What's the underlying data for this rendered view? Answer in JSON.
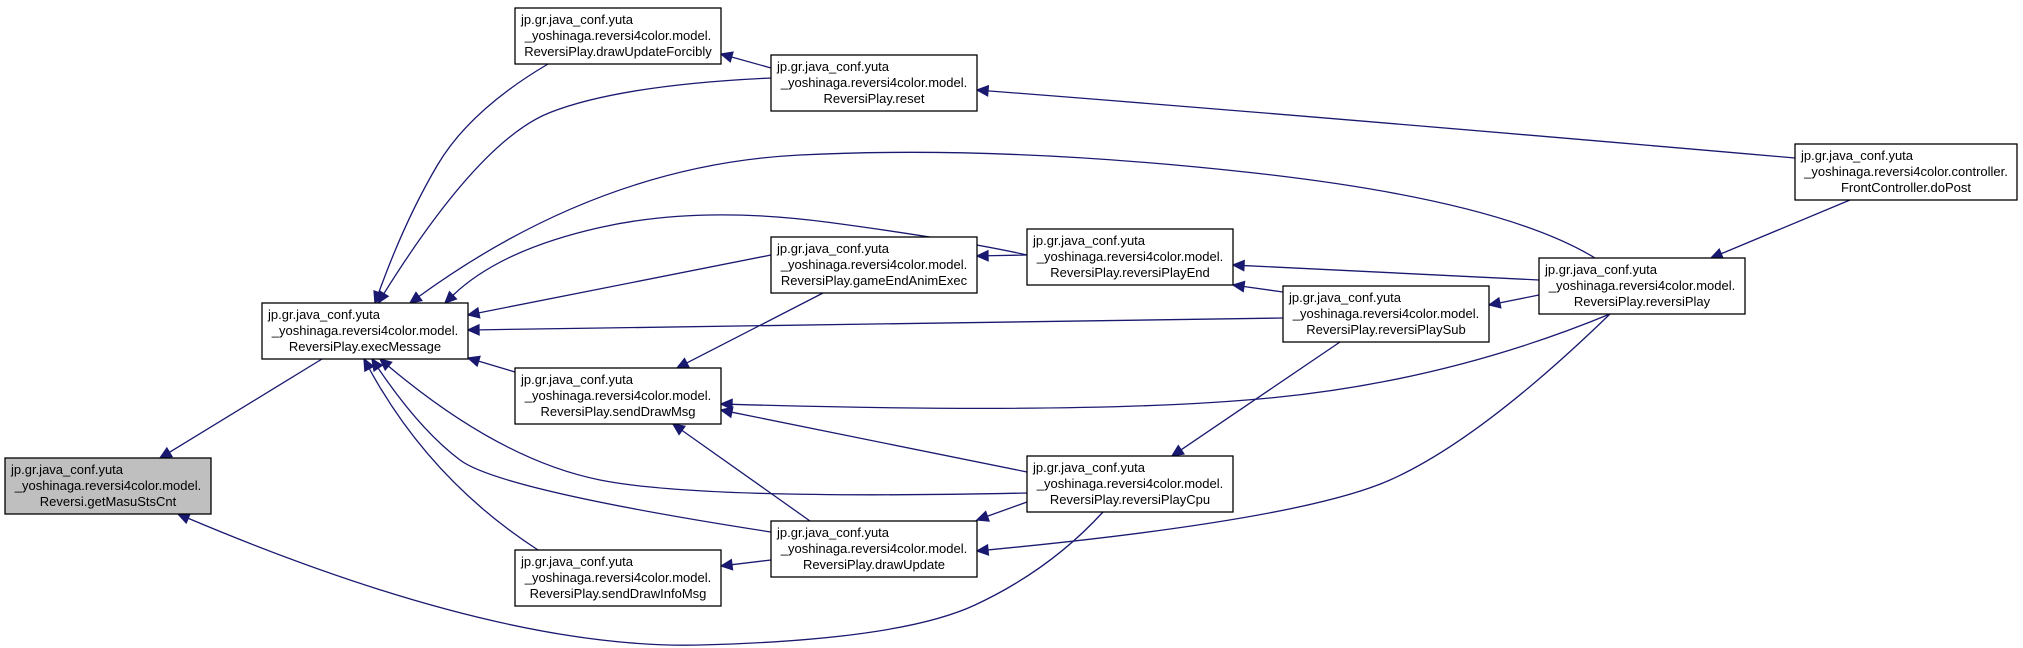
{
  "graph": {
    "edge_color": "#191970",
    "root_fill": "#bfbfbf",
    "nodes": [
      {
        "id": "getMasuStsCnt",
        "lines": [
          "jp.gr.java_conf.yuta",
          "_yoshinaga.reversi4color.model.",
          "Reversi.getMasuStsCnt"
        ],
        "root": true
      },
      {
        "id": "execMessage",
        "lines": [
          "jp.gr.java_conf.yuta",
          "_yoshinaga.reversi4color.model.",
          "ReversiPlay.execMessage"
        ]
      },
      {
        "id": "drawUpdateForcibly",
        "lines": [
          "jp.gr.java_conf.yuta",
          "_yoshinaga.reversi4color.model.",
          "ReversiPlay.drawUpdateForcibly"
        ]
      },
      {
        "id": "sendDrawMsg",
        "lines": [
          "jp.gr.java_conf.yuta",
          "_yoshinaga.reversi4color.model.",
          "ReversiPlay.sendDrawMsg"
        ]
      },
      {
        "id": "sendDrawInfoMsg",
        "lines": [
          "jp.gr.java_conf.yuta",
          "_yoshinaga.reversi4color.model.",
          "ReversiPlay.sendDrawInfoMsg"
        ]
      },
      {
        "id": "reset",
        "lines": [
          "jp.gr.java_conf.yuta",
          "_yoshinaga.reversi4color.model.",
          "ReversiPlay.reset"
        ]
      },
      {
        "id": "gameEndAnimExec",
        "lines": [
          "jp.gr.java_conf.yuta",
          "_yoshinaga.reversi4color.model.",
          "ReversiPlay.gameEndAnimExec"
        ]
      },
      {
        "id": "drawUpdate",
        "lines": [
          "jp.gr.java_conf.yuta",
          "_yoshinaga.reversi4color.model.",
          "ReversiPlay.drawUpdate"
        ]
      },
      {
        "id": "reversiPlayEnd",
        "lines": [
          "jp.gr.java_conf.yuta",
          "_yoshinaga.reversi4color.model.",
          "ReversiPlay.reversiPlayEnd"
        ]
      },
      {
        "id": "reversiPlayCpu",
        "lines": [
          "jp.gr.java_conf.yuta",
          "_yoshinaga.reversi4color.model.",
          "ReversiPlay.reversiPlayCpu"
        ]
      },
      {
        "id": "reversiPlaySub",
        "lines": [
          "jp.gr.java_conf.yuta",
          "_yoshinaga.reversi4color.model.",
          "ReversiPlay.reversiPlaySub"
        ]
      },
      {
        "id": "reversiPlay",
        "lines": [
          "jp.gr.java_conf.yuta",
          "_yoshinaga.reversi4color.model.",
          "ReversiPlay.reversiPlay"
        ]
      },
      {
        "id": "doPost",
        "lines": [
          "jp.gr.java_conf.yuta",
          "_yoshinaga.reversi4color.controller.",
          "FrontController.doPost"
        ]
      }
    ],
    "edges": [
      {
        "from": "execMessage",
        "to": "getMasuStsCnt"
      },
      {
        "from": "reversiPlayCpu",
        "to": "getMasuStsCnt"
      },
      {
        "from": "drawUpdateForcibly",
        "to": "execMessage"
      },
      {
        "from": "reset",
        "to": "execMessage"
      },
      {
        "from": "gameEndAnimExec",
        "to": "execMessage"
      },
      {
        "from": "reversiPlayEnd",
        "to": "execMessage"
      },
      {
        "from": "reversiPlay",
        "to": "execMessage"
      },
      {
        "from": "reversiPlaySub",
        "to": "execMessage"
      },
      {
        "from": "sendDrawMsg",
        "to": "execMessage"
      },
      {
        "from": "reversiPlayCpu",
        "to": "execMessage"
      },
      {
        "from": "drawUpdate",
        "to": "execMessage"
      },
      {
        "from": "sendDrawInfoMsg",
        "to": "execMessage"
      },
      {
        "from": "reset",
        "to": "drawUpdateForcibly"
      },
      {
        "from": "doPost",
        "to": "reset"
      },
      {
        "from": "reversiPlayEnd",
        "to": "gameEndAnimExec"
      },
      {
        "from": "reversiPlay",
        "to": "reversiPlayEnd"
      },
      {
        "from": "reversiPlaySub",
        "to": "reversiPlayEnd"
      },
      {
        "from": "reversiPlay",
        "to": "reversiPlaySub"
      },
      {
        "from": "doPost",
        "to": "reversiPlay"
      },
      {
        "from": "gameEndAnimExec",
        "to": "sendDrawMsg"
      },
      {
        "from": "reversiPlay",
        "to": "sendDrawMsg"
      },
      {
        "from": "reversiPlayCpu",
        "to": "sendDrawMsg"
      },
      {
        "from": "drawUpdate",
        "to": "sendDrawMsg"
      },
      {
        "from": "reversiPlaySub",
        "to": "reversiPlayCpu"
      },
      {
        "from": "reversiPlayCpu",
        "to": "drawUpdate"
      },
      {
        "from": "reversiPlay",
        "to": "drawUpdate"
      },
      {
        "from": "drawUpdate",
        "to": "sendDrawInfoMsg"
      }
    ]
  }
}
